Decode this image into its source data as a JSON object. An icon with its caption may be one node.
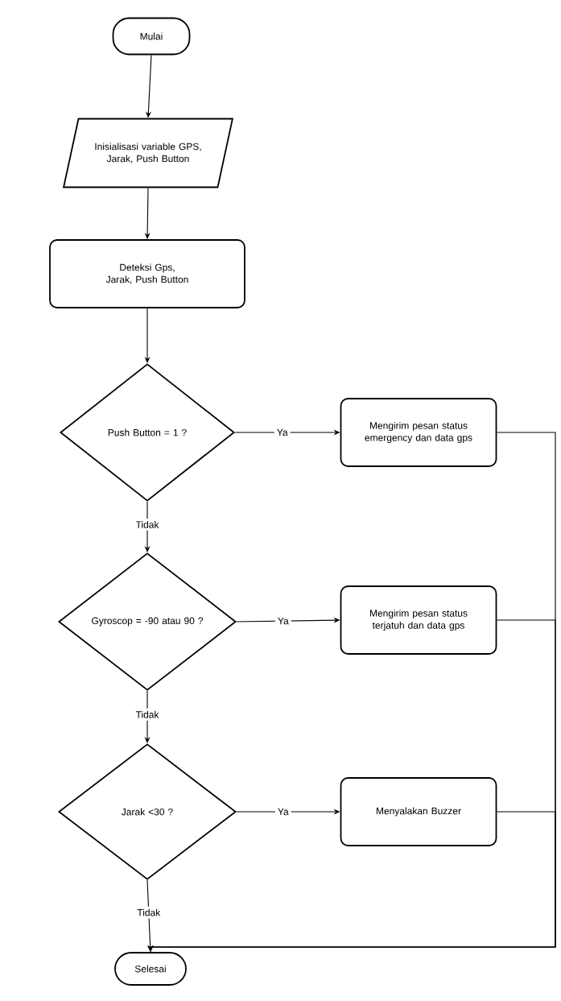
{
  "diagram": {
    "nodes": [
      {
        "text": [
          "Mulai"
        ]
      },
      {
        "text": [
          "Inisialisasi variable GPS, Jarak, Push Button"
        ]
      },
      {
        "text": [
          "Deteksi Gps, Jarak, Push Button"
        ]
      },
      {
        "text": [
          "Push Button = 1 ?"
        ]
      },
      {
        "text": [
          "Mengirim pesan status emergency dan data gps"
        ]
      },
      {
        "text": [
          "Gyroscop = -90 atau 90 ?"
        ]
      },
      {
        "text": [
          "Mengirim pesan status terjatuh dan data gps"
        ]
      },
      {
        "text": [
          "Jarak <30 ?"
        ]
      },
      {
        "text": [
          "Menyalakan Buzzer"
        ]
      },
      {
        "text": [
          "Selesai"
        ]
      }
    ],
    "edges": [
      {
        "from": 0,
        "to": 1,
        "arrow": "to"
      },
      {
        "from": 1,
        "to": 2,
        "arrow": "to"
      },
      {
        "from": 2,
        "to": 3,
        "arrow": "to"
      },
      {
        "from": 3,
        "to": 4,
        "arrow": "to",
        "label": "Ya"
      },
      {
        "from": 3,
        "to": 5,
        "arrow": "to",
        "label": "Tidak"
      },
      {
        "from": 5,
        "to": 6,
        "arrow": "to",
        "label": "Ya"
      },
      {
        "from": 5,
        "to": 7,
        "arrow": "to",
        "label": "Tidak"
      },
      {
        "from": 7,
        "to": 8,
        "arrow": "to",
        "label": "Ya"
      },
      {
        "from": 7,
        "to": 9,
        "arrow": "to",
        "label": "Tidak"
      },
      {
        "from": 4,
        "to": 9,
        "arrow": "to"
      },
      {
        "from": 6,
        "to": 9,
        "arrow": "to"
      },
      {
        "from": 8,
        "to": 9,
        "arrow": "to"
      }
    ]
  }
}
